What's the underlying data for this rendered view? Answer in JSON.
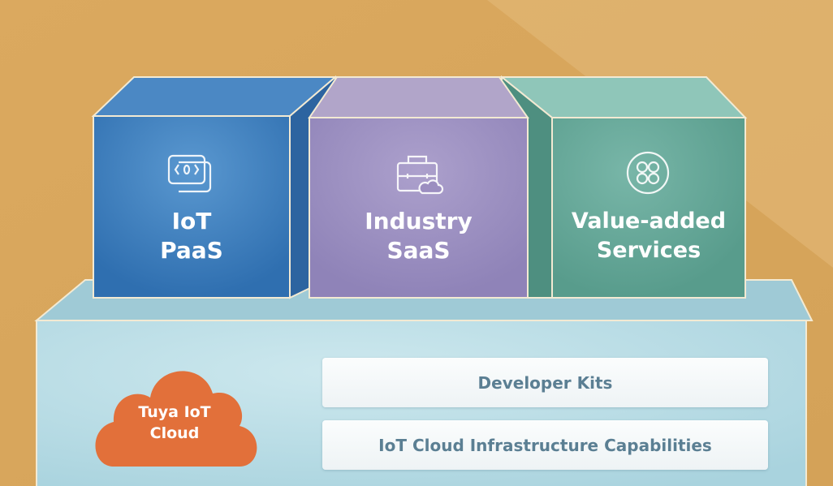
{
  "colors": {
    "background": "#d8a65c",
    "paas": "#3a7cbd",
    "saas": "#9b8dc0",
    "vas": "#62a596",
    "base": "#b5dbe4",
    "cloud": "#e2703a",
    "bar_text": "#5b7f93"
  },
  "modules": [
    {
      "line1": "IoT",
      "line2": "PaaS",
      "icon": "code-window-icon"
    },
    {
      "line1": "Industry",
      "line2": "SaaS",
      "icon": "briefcase-cloud-icon"
    },
    {
      "line1": "Value-added",
      "line2": "Services",
      "icon": "clover-circle-icon"
    }
  ],
  "cloud": {
    "line1": "Tuya IoT",
    "line2": "Cloud"
  },
  "bars": [
    "Developer Kits",
    "IoT Cloud Infrastructure Capabilities"
  ]
}
